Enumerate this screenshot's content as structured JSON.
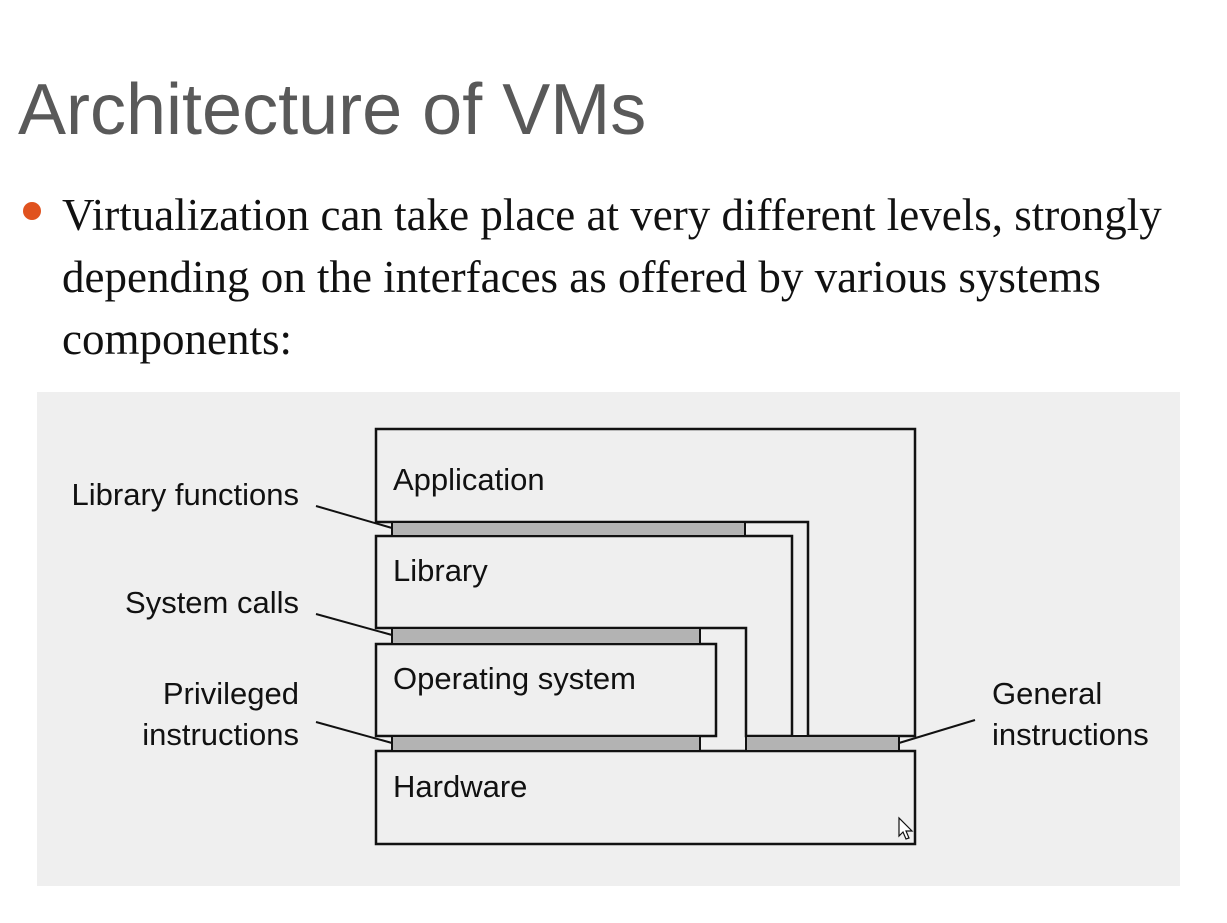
{
  "slide": {
    "title": "Architecture of VMs",
    "bullet": "Virtualization can take place at very different levels, strongly depending on the interfaces as offered by various systems components:",
    "bullet_color": "#e0521e"
  },
  "diagram": {
    "layers": {
      "application": "Application",
      "library": "Library",
      "operating_system": "Operating system",
      "hardware": "Hardware"
    },
    "interface_labels": {
      "library_functions": "Library functions",
      "system_calls": "System calls",
      "privileged_line1": "Privileged",
      "privileged_line2": "instructions",
      "general_line1": "General",
      "general_line2": "instructions"
    },
    "colors": {
      "panel_background": "#efefef",
      "layer_fill": "#efefef",
      "interface_fill": "#b3b3b3",
      "line": "#111111"
    }
  }
}
